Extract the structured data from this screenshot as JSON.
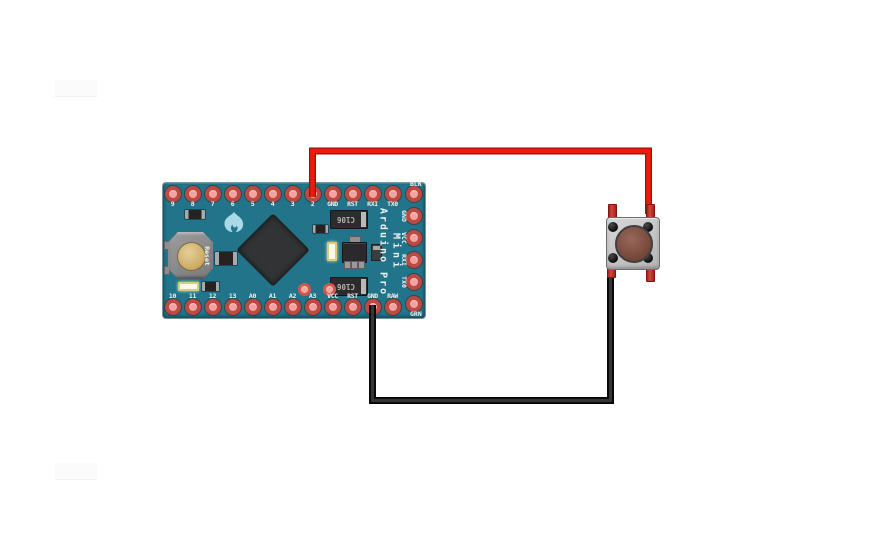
{
  "diagram": {
    "description": "Arduino Pro Mini wired to a pushbutton",
    "board": {
      "silkscreen": {
        "brand_line1": "Arduino Pro",
        "brand_line2": "Mini",
        "reset": "Reset"
      },
      "pins": {
        "top": [
          "9",
          "8",
          "7",
          "6",
          "5",
          "4",
          "3",
          "2",
          "GND",
          "RST",
          "RXI",
          "TX0"
        ],
        "bottom": [
          "10",
          "11",
          "12",
          "13",
          "A0",
          "A1",
          "A2",
          "A3",
          "VCC",
          "RST",
          "GND",
          "RAW"
        ],
        "right": [
          "BLK",
          "GND",
          "VCC",
          "RXI",
          "TX0",
          "GRN"
        ]
      },
      "components": {
        "capacitor_label": "C106"
      },
      "colors": {
        "pcb": "#21748A",
        "hole_ring": "#BC4A42",
        "hole_center": "#F2A3A0",
        "silkscreen_text": "#EDF3F2",
        "chip": "#313335",
        "logo": "#A9D9E6"
      }
    },
    "wires": [
      {
        "name": "red-wire",
        "color": "#E8150C",
        "from": "2",
        "to": "button"
      },
      {
        "name": "black-wire",
        "color": "#141414",
        "from": "GND",
        "to": "button"
      }
    ],
    "button": {
      "colors": {
        "body": "#C6C6C6",
        "cap": "#7A4B3E",
        "legs": "#C03A30"
      }
    }
  }
}
